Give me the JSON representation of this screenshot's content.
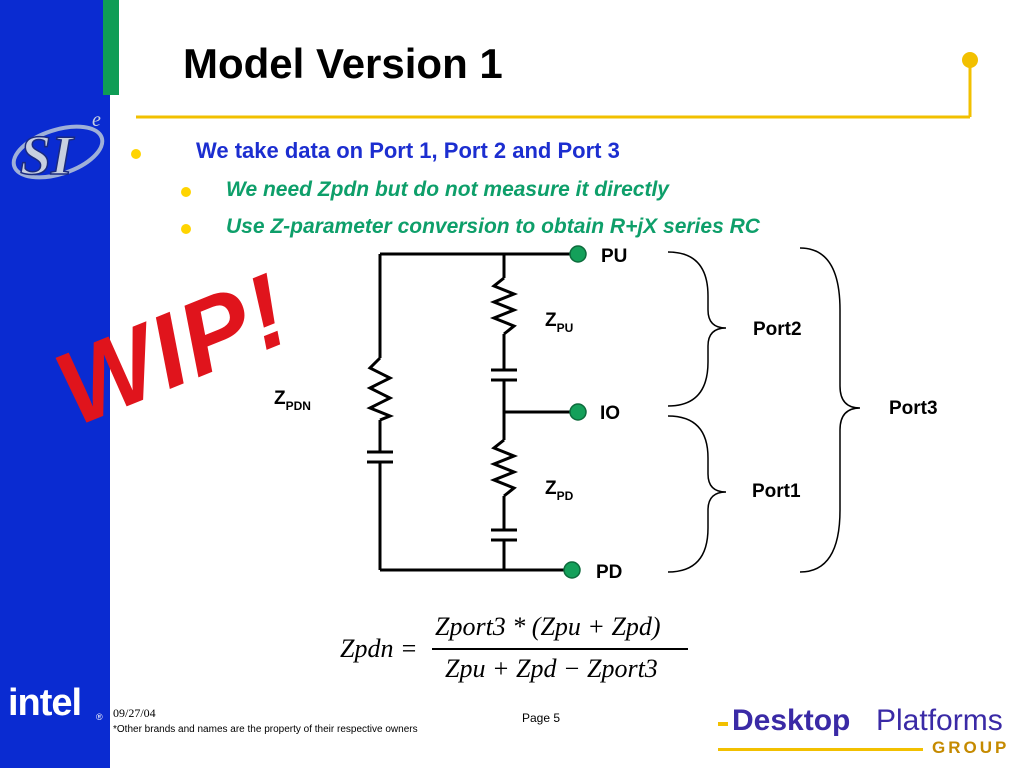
{
  "title": "Model Version 1",
  "bullets": [
    "We take data on Port 1, Port 2 and Port 3",
    "We need Zpdn but do not measure it directly",
    "Use Z-parameter conversion to obtain R+jX series RC"
  ],
  "stamp": "WIP!",
  "circuit": {
    "nodes": {
      "pu": "PU",
      "io": "IO",
      "pd": "PD"
    },
    "impedances": {
      "zpu_main": "Z",
      "zpu_sub": "PU",
      "zpd_main": "Z",
      "zpd_sub": "PD",
      "zpdn_main": "Z",
      "zpdn_sub": "PDN"
    },
    "ports": {
      "port2": "Port2",
      "port1": "Port1",
      "port3": "Port3"
    }
  },
  "formula": {
    "lhs": "Zpdn =",
    "numerator": "Zport3 * (Zpu + Zpd)",
    "denominator": "Zpu + Zpd − Zport3"
  },
  "footer": {
    "date": "09/27/04",
    "note": "*Other brands and names are the property of their respective owners",
    "page": "Page 5"
  },
  "logos": {
    "si": "SI",
    "si_sup": "e",
    "intel": "intel",
    "intel_reg": "®",
    "desktop": "Desktop",
    "platforms": "Platforms",
    "group": "GROUP"
  },
  "colors": {
    "sidebar": "#0a2bd1",
    "stripe": "#0f9d55",
    "accent": "#ffd400",
    "bullet_primary": "#1c2ed0",
    "bullet_secondary": "#0e9f6a",
    "stamp": "#e0141c",
    "node": "#14a05a"
  }
}
